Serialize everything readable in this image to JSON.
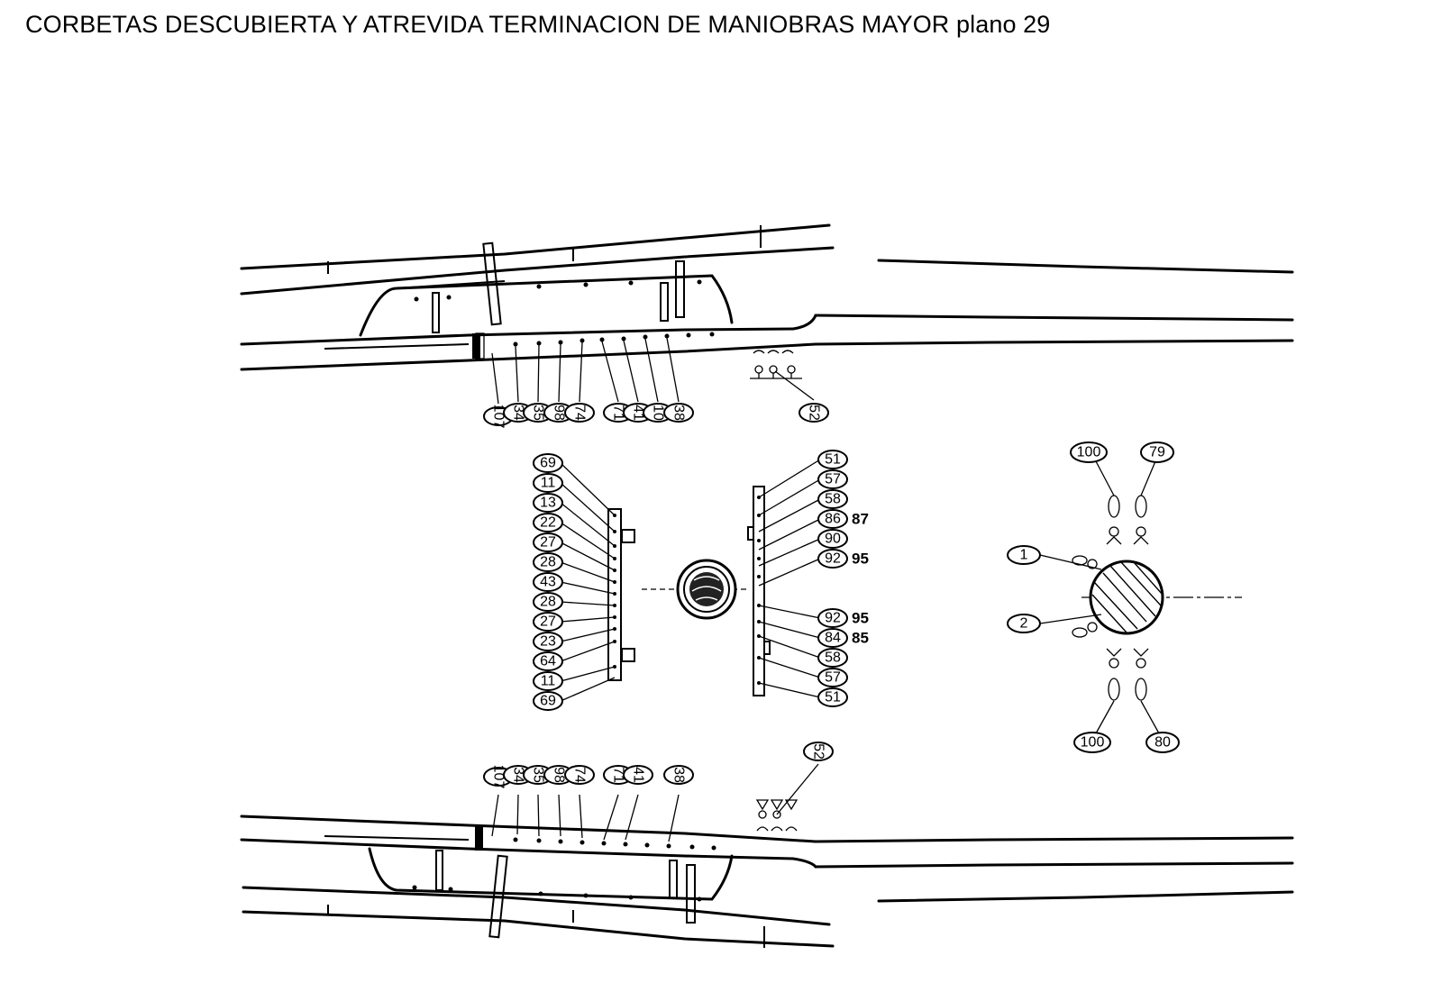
{
  "title": "CORBETAS DESCUBIERTA Y ATREVIDA  TERMINACION DE MANIOBRAS MAYOR  plano 29",
  "top_row_labels": [
    "107",
    "34",
    "35",
    "98",
    "74",
    "71",
    "41",
    "10",
    "38",
    "52"
  ],
  "bottom_row_labels": [
    "107",
    "34",
    "35",
    "98",
    "74",
    "71",
    "41",
    "38",
    "52"
  ],
  "left_rail_labels": [
    "69",
    "11",
    "13",
    "22",
    "27",
    "28",
    "43",
    "28",
    "27",
    "23",
    "64",
    "11",
    "69"
  ],
  "right_rail_labels": [
    "51",
    "57",
    "58",
    "86",
    "90",
    "92",
    "92",
    "84",
    "58",
    "57",
    "51"
  ],
  "right_rail_extra": {
    "86": "87",
    "92a": "95",
    "92b": "95",
    "84": "85"
  },
  "mast_labels": {
    "top_left": "100",
    "top_right": "79",
    "left_upper": "1",
    "left_lower": "2",
    "bottom_left": "100",
    "bottom_right": "80"
  }
}
